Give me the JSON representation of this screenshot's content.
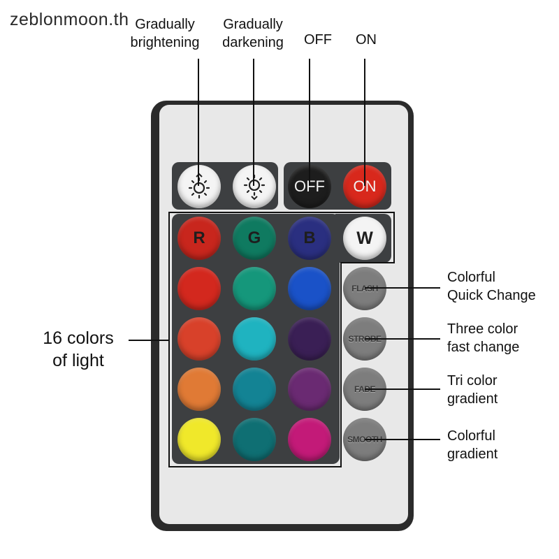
{
  "watermark": "zeblonmoon.th",
  "callouts": {
    "brighten": "Gradually\nbrightening",
    "darken": "Gradually\ndarkening",
    "off": "OFF",
    "on": "ON",
    "sixteen_colors": "16 colors\nof light",
    "flash": "Colorful\nQuick Change",
    "strobe": "Three color\nfast change",
    "fade": "Tri color\ngradient",
    "smooth": "Colorful\ngradient"
  },
  "buttons": {
    "brighten_icon": "sun-up-icon",
    "darken_icon": "sun-down-icon",
    "off": "OFF",
    "on": "ON",
    "r": "R",
    "g": "G",
    "b": "B",
    "w": "W",
    "flash": "FLASH",
    "strobe": "STROBE",
    "fade": "FADE",
    "smooth": "SMOOTH"
  },
  "colors": {
    "remote_body": "#2b2b2b",
    "panel": "#3d3f41",
    "off_button": "#1d1d1d",
    "on_button": "#d8281c",
    "mode_button": "#7d7d7d",
    "white_button": "#f4f4f4"
  },
  "color_grid": [
    [
      "#c8261d",
      "#0f7a60",
      "#2a2f80"
    ],
    [
      "#d3281e",
      "#15977b",
      "#1a52c8"
    ],
    [
      "#d8412a",
      "#1fb3c0",
      "#3a1f55"
    ],
    [
      "#e07a35",
      "#138394",
      "#6a2a72"
    ],
    [
      "#f0e82a",
      "#0f6f73",
      "#c31a78"
    ]
  ]
}
